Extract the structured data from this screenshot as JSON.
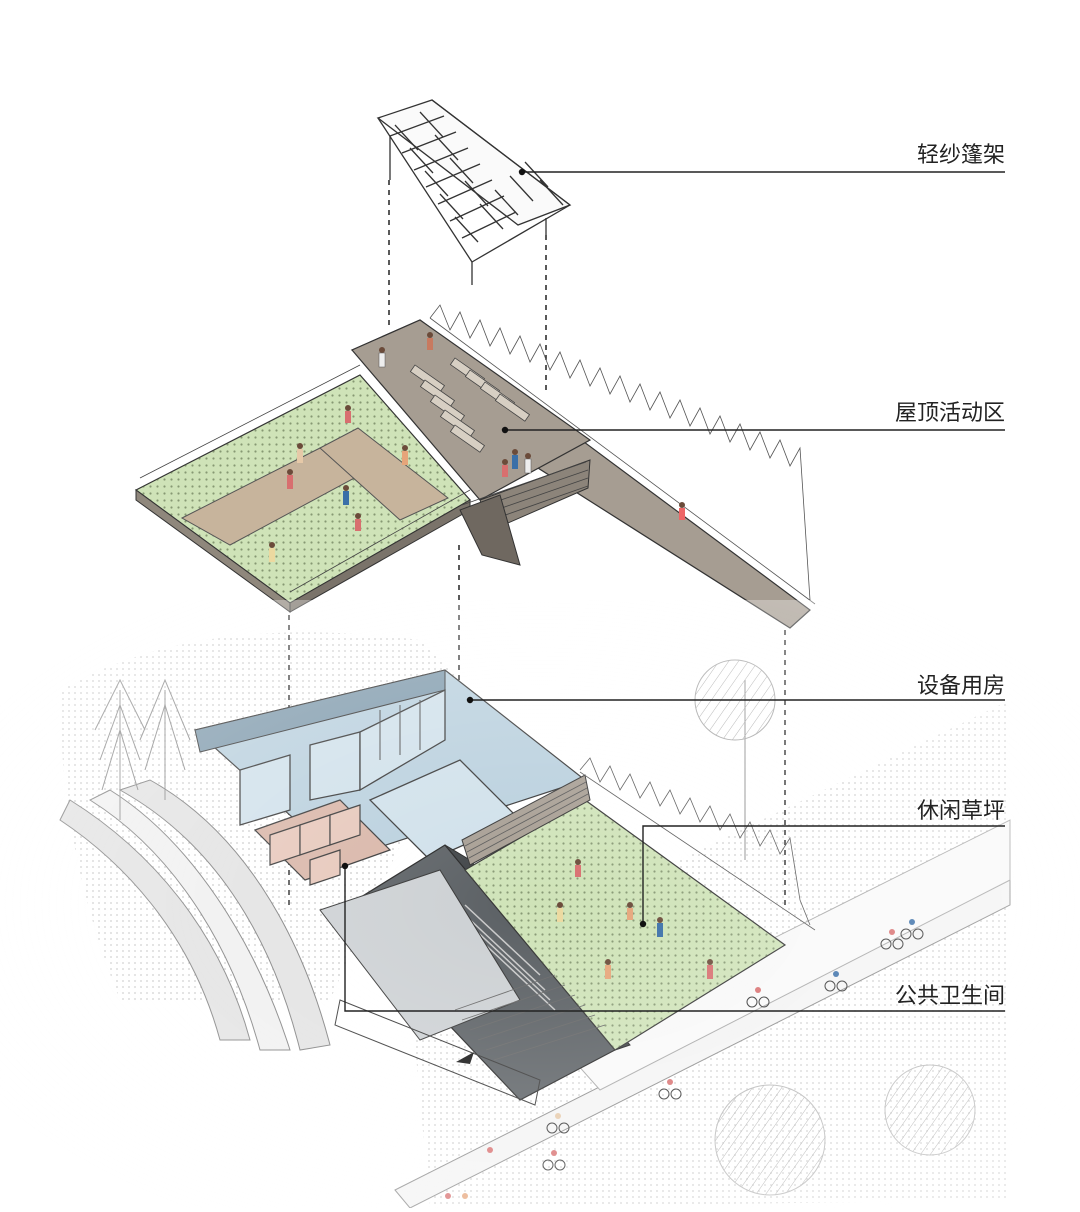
{
  "diagram": {
    "callouts": [
      {
        "id": "canopy",
        "label": "轻纱篷架"
      },
      {
        "id": "roof",
        "label": "屋顶活动区"
      },
      {
        "id": "equipment",
        "label": "设备用房"
      },
      {
        "id": "lawn",
        "label": "休闲草坪"
      },
      {
        "id": "toilet",
        "label": "公共卫生间"
      }
    ],
    "colors": {
      "lawn_green": "#cfe3b8",
      "deck_grey": "#a69d92",
      "room_blue": "#b8cfdd",
      "room_pink": "#d8b4a6",
      "wall_dark": "#5a5f63",
      "leader_line": "#222222"
    }
  }
}
